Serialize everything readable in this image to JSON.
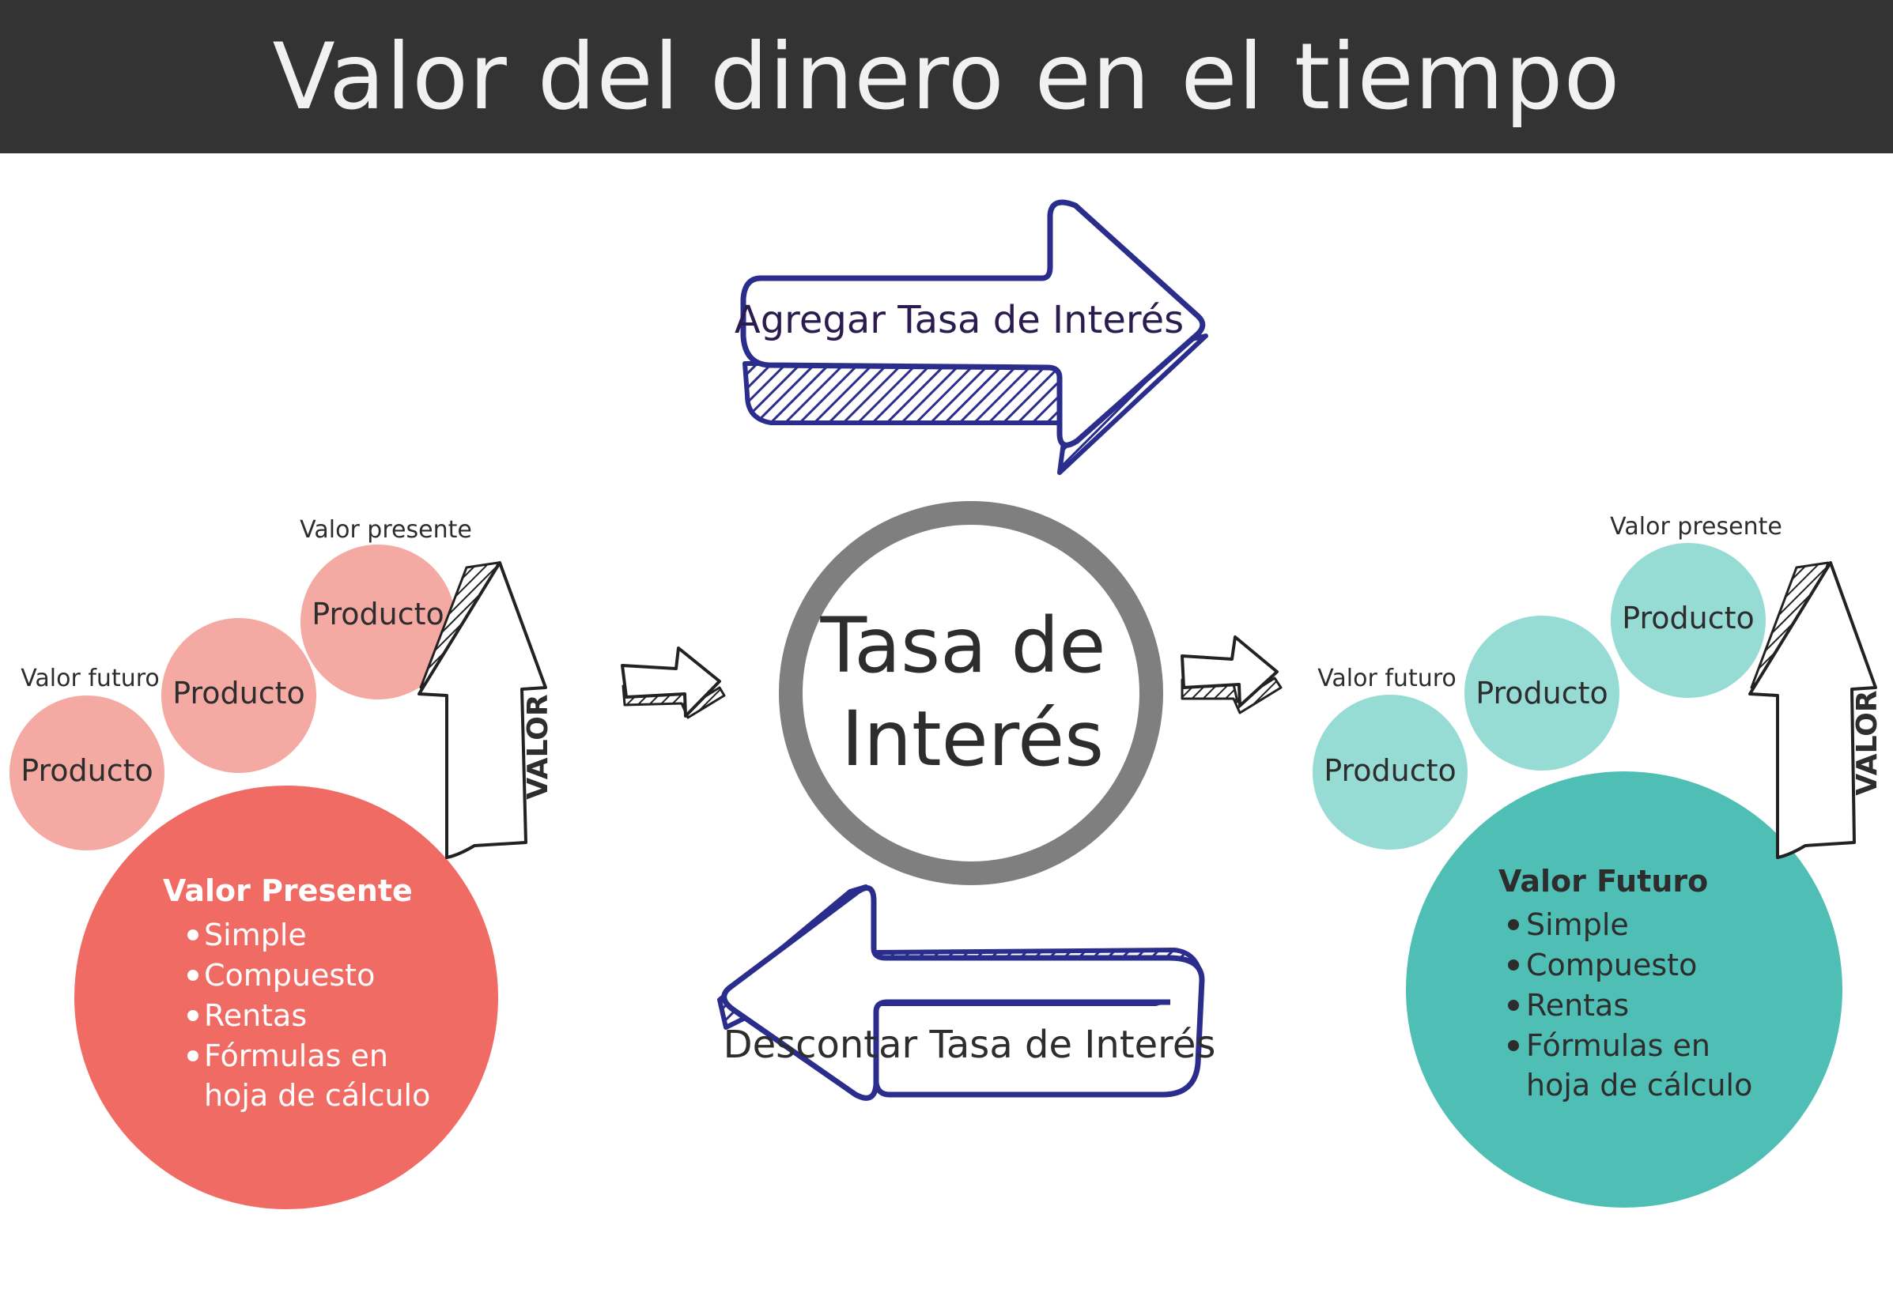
{
  "title": "Valor del dinero en el tiempo",
  "center": {
    "line1": "Tasa de",
    "line2": "Interés"
  },
  "top_arrow_label": "Agregar Tasa de Interés",
  "bottom_arrow_label": "Descontar Tasa de Interés",
  "left_cluster": {
    "label_top": "Valor presente",
    "label_side": "Valor futuro",
    "bubbles": [
      "Producto",
      "Producto",
      "Producto"
    ],
    "arrow_label": "VALOR",
    "main_title": "Valor Presente",
    "items": [
      "Simple",
      "Compuesto",
      "Rentas",
      "Fórmulas en"
    ],
    "item_continuation": "hoja de cálculo"
  },
  "right_cluster": {
    "label_top": "Valor presente",
    "label_side": "Valor futuro",
    "bubbles": [
      "Producto",
      "Producto",
      "Producto"
    ],
    "arrow_label": "VALOR",
    "main_title": "Valor Futuro",
    "items": [
      "Simple",
      "Compuesto",
      "Rentas",
      "Fórmulas en"
    ],
    "item_continuation": "hoja de cálculo"
  },
  "colors": {
    "title_bar": "#333333",
    "left_main": "#f06b63",
    "left_bubble": "#f5a9a3",
    "right_main": "#4fbfb6",
    "right_bubble": "#96dcd5",
    "ring": "#7f7f7f",
    "arrow_outline": "#2a2d8c"
  }
}
